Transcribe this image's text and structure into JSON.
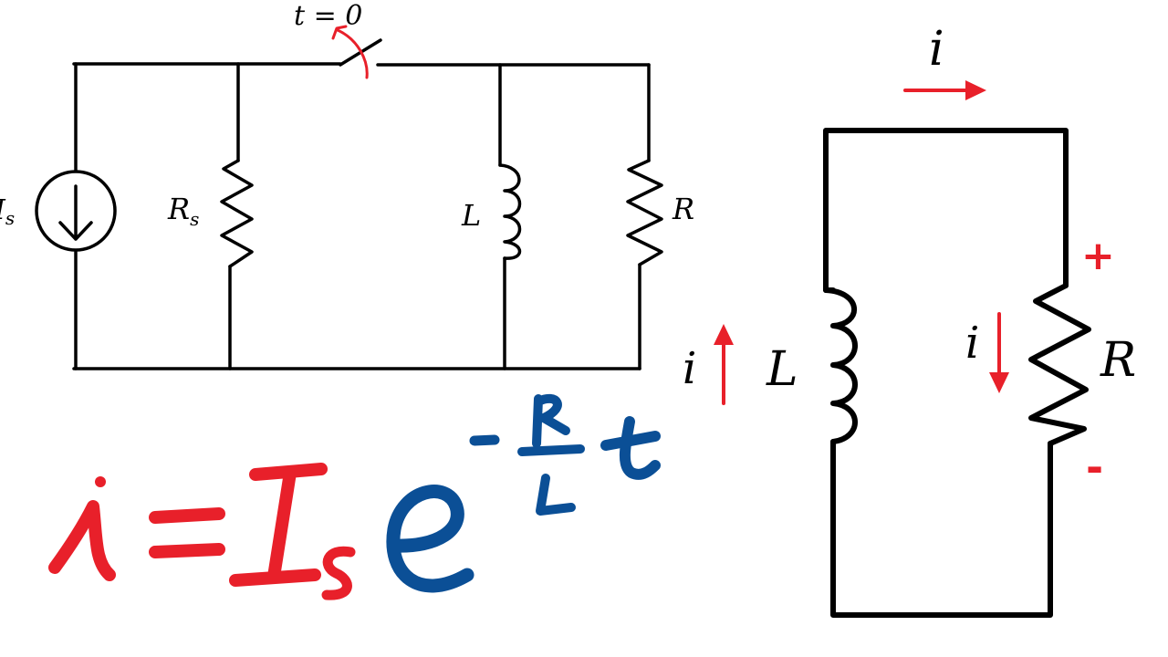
{
  "left_circuit": {
    "switch_label": "t = 0",
    "source_label_main": "I",
    "source_label_sub": "s",
    "rs_label_main": "R",
    "rs_label_sub": "s",
    "inductor_label": "L",
    "resistor_label": "R"
  },
  "right_circuit": {
    "top_current_label": "i",
    "left_current_label": "i",
    "right_current_label": "i",
    "inductor_label": "L",
    "resistor_label": "R",
    "plus_sign": "+",
    "minus_sign": "-"
  },
  "equation": {
    "lhs": "i",
    "equals": "=",
    "source_main": "I",
    "source_sub": "s",
    "exp_base": "e",
    "exp_sign": "-",
    "exp_numerator": "R",
    "exp_denominator": "L",
    "exp_variable": "t"
  },
  "colors": {
    "wire": "#000000",
    "annotation_red": "#e8202a",
    "annotation_blue": "#0b4f96"
  }
}
